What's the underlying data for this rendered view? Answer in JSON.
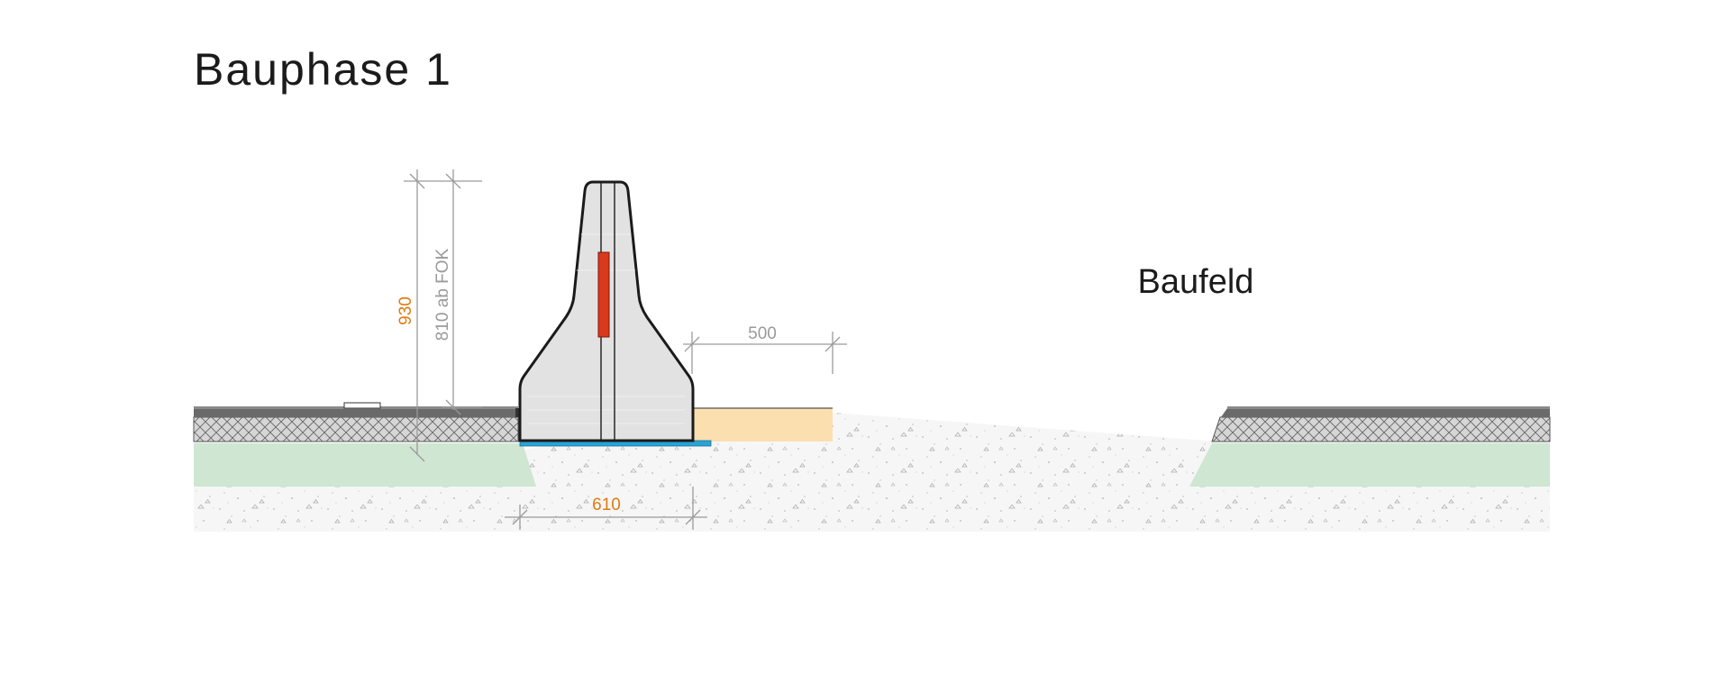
{
  "title": "Bauphase 1",
  "zone_label": "Baufeld",
  "dimensions": {
    "total_height": "930",
    "height_above_fok": "810 ab FOK",
    "base_width": "610",
    "gap_width": "500"
  },
  "colors": {
    "accent": "#e07a10",
    "dimension_gray": "#9a9a9a",
    "reflector": "#d9391d",
    "foil": "#29a3d6",
    "sand": "#fbdfae",
    "ground_green": "#cfe6d2",
    "asphalt": "#6a6a6a",
    "barrier": "#e2e2e2"
  }
}
